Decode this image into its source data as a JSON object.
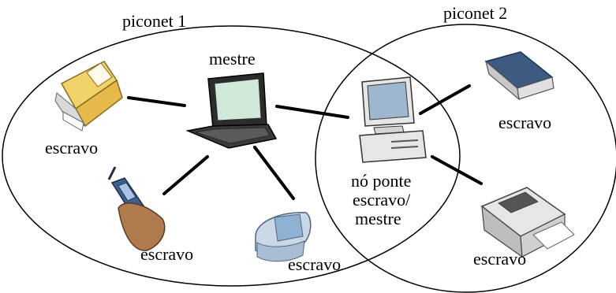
{
  "piconets": [
    {
      "label": "piconet 1"
    },
    {
      "label": "piconet 2"
    }
  ],
  "devices": {
    "printer_left": {
      "label": "escravo",
      "icon": "inkjet-printer-icon"
    },
    "laptop_master": {
      "label": "mestre",
      "icon": "laptop-icon"
    },
    "phone": {
      "label": "escravo",
      "icon": "mobile-phone-icon"
    },
    "pda": {
      "label": "escravo",
      "icon": "pda-icon"
    },
    "bridge_pc": {
      "label_lines": [
        "nó ponte",
        "escravo/",
        "mestre"
      ],
      "icon": "desktop-computer-icon"
    },
    "scanner": {
      "label": "escravo",
      "icon": "scanner-icon"
    },
    "printer_right": {
      "label": "escravo",
      "icon": "laser-printer-icon"
    }
  },
  "colors": {
    "outline": "#000000",
    "device_body": "#e6e6e6",
    "screen": "#cfe0f0",
    "printer_yellow": "#f2d36b",
    "phone_blue": "#3b5f8f",
    "hand_skin": "#b07a4f"
  }
}
